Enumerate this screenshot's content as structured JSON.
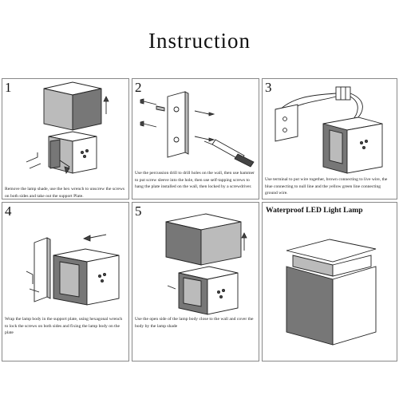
{
  "title": "Instruction",
  "panels": [
    {
      "number": "1",
      "caption": "Remove the lamp shade, use the hex wrench to unscrew the screws on both sides and take out the support Plate."
    },
    {
      "number": "2",
      "caption": "Use the percussion drill to drill holes on the wall, then use hammer to put screw sleeve into the hole, then use self-tapping screws to hang the plate installed on the wall, then locked by a screwdriver."
    },
    {
      "number": "3",
      "caption": "Use terminal to put wire together, brown connecting to live wire, the blue connecting to null line and the yellow green line connecting ground wire."
    },
    {
      "number": "4",
      "caption": "Wrap the lamp body in the support plate, using hexagonal wrench to lock the screws on both sides and fixing the lamp body on the plate"
    },
    {
      "number": "5",
      "caption": "Use the open side of the lamp body close to the wall and cover the body by the lamp shade"
    },
    {
      "heading": "Waterproof LED Light Lamp"
    }
  ]
}
